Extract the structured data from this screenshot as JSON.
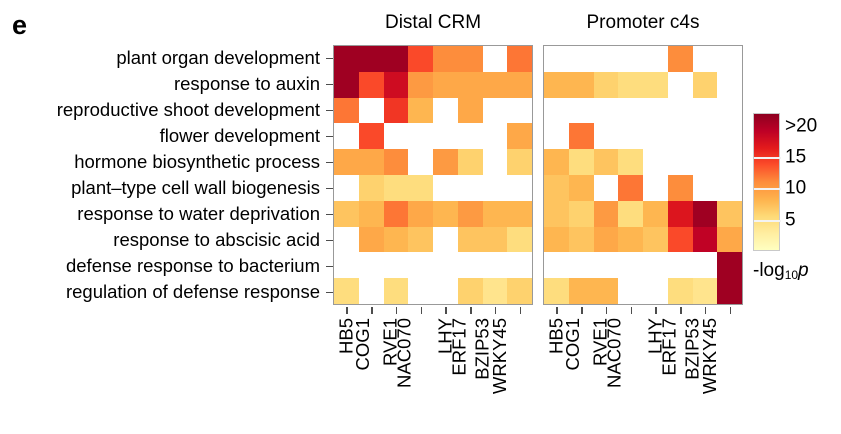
{
  "panel_letter": "e",
  "row_labels": [
    "plant organ development",
    "response to auxin",
    "reproductive shoot development",
    "flower development",
    "hormone biosynthetic process",
    "plant–type cell wall biogenesis",
    "response to water deprivation",
    "response to abscisic acid",
    "defense response to bacterium",
    "regulation of defense response"
  ],
  "column_labels": [
    "HB5",
    "COG1",
    "RVE1",
    "NAC070",
    "LHY",
    "ERF17",
    "BZIP53",
    "WRKY45"
  ],
  "panels": [
    {
      "key": "distal",
      "title": "Distal CRM"
    },
    {
      "key": "promoter",
      "title": "Promoter c4s"
    }
  ],
  "colorbar": {
    "title_prefix": "-log",
    "title_sub": "10",
    "title_var": "p",
    "ticks": [
      {
        "label": ">20",
        "value": 20
      },
      {
        "label": "15",
        "value": 15
      },
      {
        "label": "10",
        "value": 10
      },
      {
        "label": "5",
        "value": 5
      }
    ],
    "vmin": 0,
    "vmax": 22,
    "gradient_stops": [
      "#FFFFC0",
      "#FFEDA0",
      "#FED976",
      "#FEB24C",
      "#FD8D3C",
      "#FC4E2A",
      "#E31A1C",
      "#BD0026",
      "#8E0020"
    ],
    "na_color": "#FFFFFF"
  },
  "chart_data": {
    "type": "heatmap",
    "title": "",
    "xlabel": "",
    "ylabel": "",
    "colorbar_label": "-log10 p",
    "value_range": [
      0,
      22
    ],
    "na_value": null,
    "x": [
      "HB5",
      "COG1",
      "RVE1",
      "NAC070",
      "LHY",
      "ERF17",
      "BZIP53",
      "WRKY45"
    ],
    "y": [
      "plant organ development",
      "response to auxin",
      "reproductive shoot development",
      "flower development",
      "hormone biosynthetic process",
      "plant–type cell wall biogenesis",
      "response to water deprivation",
      "response to abscisic acid",
      "defense response to bacterium",
      "regulation of defense response"
    ],
    "panels": [
      {
        "name": "Distal CRM",
        "values": [
          [
            21,
            21,
            21,
            14,
            11,
            11,
            null,
            12
          ],
          [
            21,
            14,
            18,
            10,
            9,
            9,
            9,
            9
          ],
          [
            12,
            null,
            15,
            8,
            null,
            9,
            null,
            null
          ],
          [
            null,
            14,
            null,
            null,
            null,
            null,
            null,
            9
          ],
          [
            9,
            9,
            11,
            null,
            10,
            6,
            null,
            6
          ],
          [
            null,
            6,
            5,
            5,
            null,
            null,
            null,
            null
          ],
          [
            7,
            8,
            12,
            9,
            8,
            10,
            8,
            8
          ],
          [
            null,
            9,
            8,
            7,
            null,
            7,
            7,
            5
          ],
          [
            null,
            null,
            null,
            null,
            null,
            null,
            null,
            null
          ],
          [
            5,
            null,
            5,
            null,
            null,
            6,
            4,
            6
          ]
        ]
      },
      {
        "name": "Promoter c4s",
        "values": [
          [
            null,
            null,
            null,
            null,
            null,
            11,
            null,
            null
          ],
          [
            8,
            8,
            6,
            5,
            5,
            null,
            6,
            null
          ],
          [
            null,
            null,
            null,
            null,
            null,
            null,
            null,
            null
          ],
          [
            null,
            12,
            null,
            null,
            null,
            null,
            null,
            null
          ],
          [
            8,
            5,
            7,
            5,
            null,
            null,
            null,
            null
          ],
          [
            7,
            8,
            null,
            12,
            null,
            11,
            null,
            null
          ],
          [
            7,
            6,
            10,
            5,
            8,
            17,
            21,
            7
          ],
          [
            8,
            7,
            9,
            8,
            7,
            14,
            19,
            9
          ],
          [
            null,
            null,
            null,
            null,
            null,
            null,
            null,
            21
          ],
          [
            5,
            8,
            8,
            null,
            null,
            5,
            4,
            21
          ]
        ]
      }
    ]
  }
}
